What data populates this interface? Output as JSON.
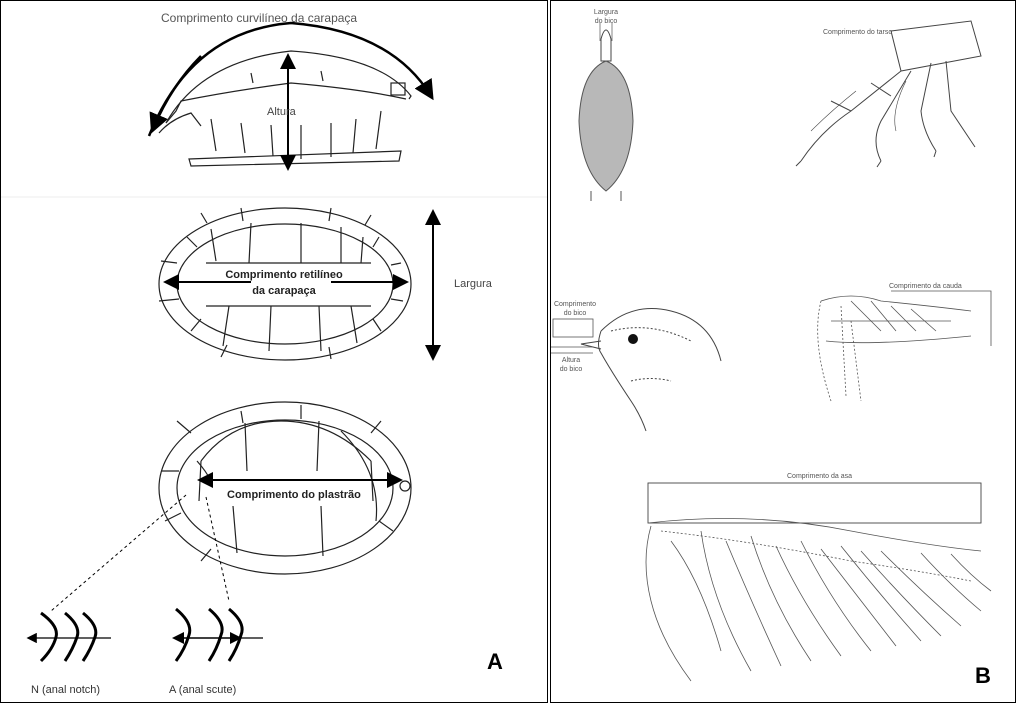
{
  "panel_a": {
    "letter": "A",
    "carapace_curve_label": "Comprimento curvilíneo da carapaça",
    "height_label": "Altura",
    "straight_length_line1": "Comprimento retilíneo",
    "straight_length_line2": "da carapaça",
    "width_label": "Largura",
    "plastron_length_label": "Comprimento do plastrão",
    "notch_label": "N (anal notch)",
    "scute_label": "A (anal scute)"
  },
  "panel_b": {
    "letter": "B",
    "beak_width_line1": "Largura",
    "beak_width_line2": "do bico",
    "tarsus_label": "Comprimento do tarso",
    "beak_length_line1": "Comprimento",
    "beak_length_line2": "do bico",
    "beak_height_line1": "Altura",
    "beak_height_line2": "do bico",
    "tail_length_label": "Comprimento da cauda",
    "wing_length_label": "Comprimento da asa"
  }
}
